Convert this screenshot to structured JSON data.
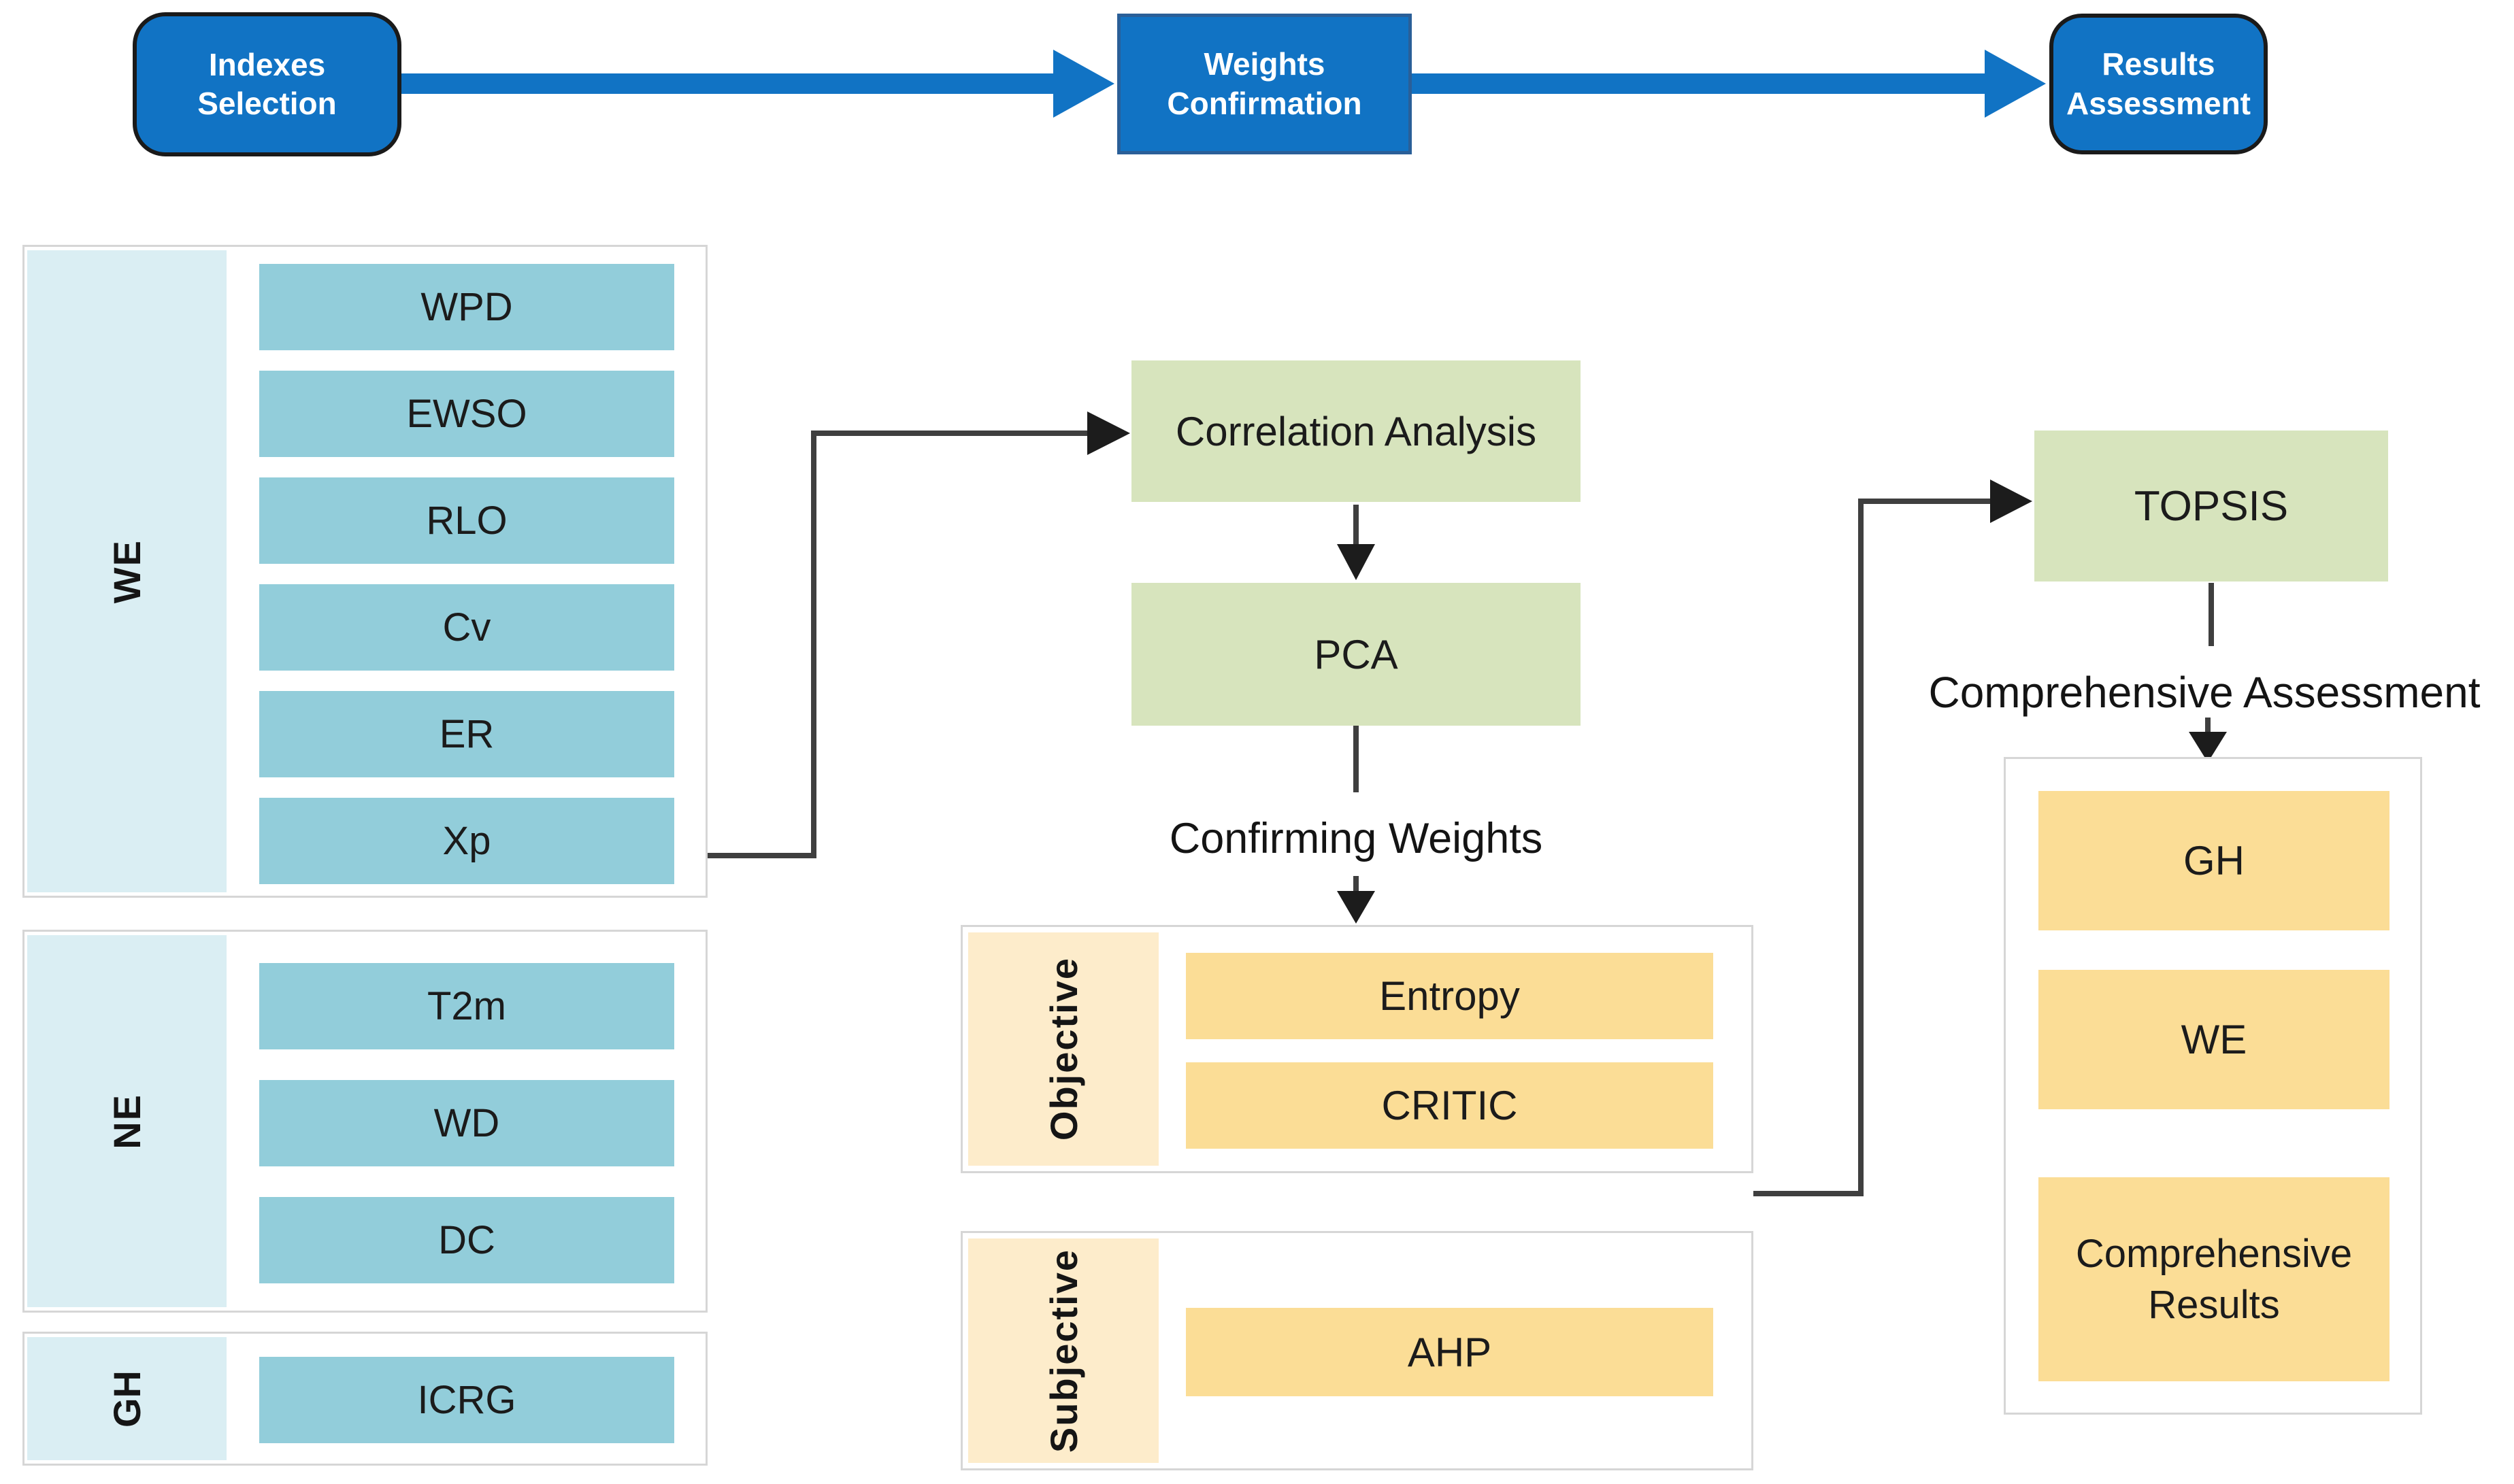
{
  "header": {
    "steps": [
      {
        "label": "Indexes Selection"
      },
      {
        "label": "Weights Confirmation"
      },
      {
        "label": "Results Assessment"
      }
    ]
  },
  "index_groups": [
    {
      "label": "WE",
      "items": [
        "WPD",
        "EWSO",
        "RLO",
        "Cv",
        "ER",
        "Xp"
      ]
    },
    {
      "label": "NE",
      "items": [
        "T2m",
        "WD",
        "DC"
      ]
    },
    {
      "label": "GH",
      "items": [
        "ICRG"
      ]
    }
  ],
  "weights": {
    "correlation_analysis": "Correlation Analysis",
    "pca": "PCA",
    "confirming_weights_label": "Confirming Weights",
    "groups": [
      {
        "label": "Objective",
        "items": [
          "Entropy",
          "CRITIC"
        ]
      },
      {
        "label": "Subjective",
        "items": [
          "AHP"
        ]
      }
    ]
  },
  "results": {
    "topsis": "TOPSIS",
    "comprehensive_assessment_label": "Comprehensive Assessment",
    "items": [
      "GH",
      "WE",
      "Comprehensive Results"
    ]
  },
  "colors": {
    "phase_blue": "#1173c4",
    "arrow_blue": "#1173c4",
    "teal_box": "#92cdda",
    "light_blue_column": "#daeef3",
    "green_box": "#d7e4bd",
    "yellow_box": "#fbdd96",
    "yellow_column": "#fdeccb",
    "panel_border": "#d6d6d6",
    "connector_black": "#3f3f3f"
  }
}
